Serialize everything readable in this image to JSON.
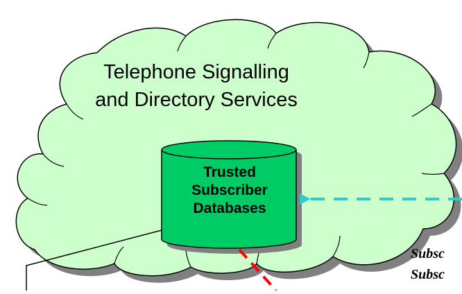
{
  "cloud": {
    "title_line1": "Telephone Signalling",
    "title_line2": "and Directory Services",
    "fill_color": "#ccffcc",
    "shadow_color": "#808080"
  },
  "database": {
    "line1": "Trusted",
    "line2": "Subscriber",
    "line3": "Databases",
    "fill_color": "#00cc66"
  },
  "side_text": {
    "line1": "Subsc",
    "line2": "Subsc"
  },
  "connectors": {
    "cyan_arrow_color": "#33cccc",
    "red_dashed_color": "#ff0000"
  }
}
